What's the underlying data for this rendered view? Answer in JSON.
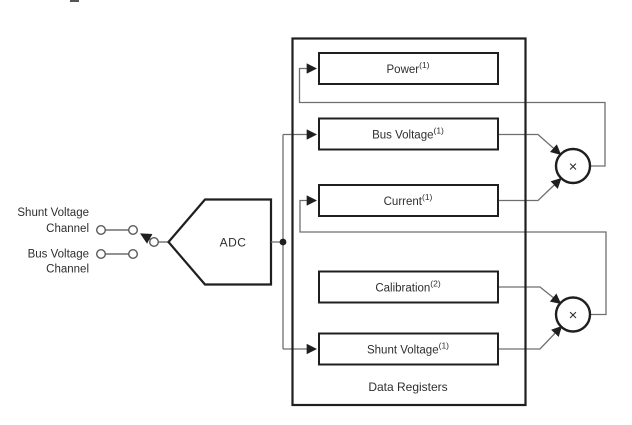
{
  "diagram": {
    "inputs": {
      "shunt_channel": {
        "line1": "Shunt Voltage",
        "line2": "Channel"
      },
      "bus_channel": {
        "line1": "Bus Voltage",
        "line2": "Channel"
      }
    },
    "adc_label": "ADC",
    "registers": {
      "container_label": "Data Registers",
      "items": [
        {
          "label": "Power",
          "sup": "(1)"
        },
        {
          "label": "Bus Voltage",
          "sup": "(1)"
        },
        {
          "label": "Current",
          "sup": "(1)"
        },
        {
          "label": "Calibration",
          "sup": "(2)"
        },
        {
          "label": "Shunt Voltage",
          "sup": "(1)"
        }
      ]
    },
    "multipliers": [
      {
        "symbol": "×"
      },
      {
        "symbol": "×"
      }
    ],
    "colors": {
      "background": "#ffffff",
      "box_border": "#1f1f1f",
      "wire": "#6f6f6f",
      "text": "#2e2e2e"
    }
  }
}
